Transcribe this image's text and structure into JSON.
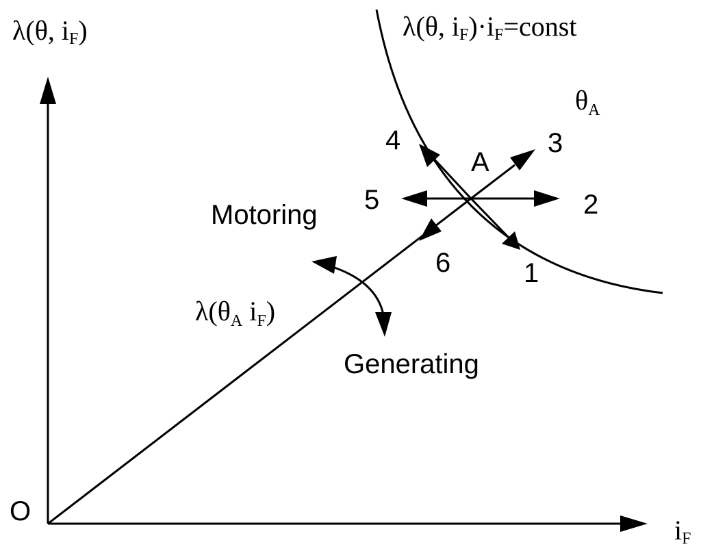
{
  "axes": {
    "y_main": "λ(θ, i",
    "y_sub": "F",
    "y_close": ")",
    "x_main": "i",
    "x_sub": "F",
    "origin": "O"
  },
  "curve": {
    "main_a": "λ(θ, i",
    "sub_a": "F",
    "main_b": ")·i",
    "sub_b": "F",
    "main_c": "=const"
  },
  "angle": {
    "main": "θ",
    "sub": "A"
  },
  "line": {
    "main_a": "λ(θ",
    "sub_a": "A",
    "main_b": " i",
    "sub_b": "F",
    "main_c": ")"
  },
  "point": "A",
  "directions": [
    "1",
    "2",
    "3",
    "4",
    "5",
    "6"
  ],
  "regions": {
    "motoring": "Motoring",
    "generating": "Generating"
  }
}
